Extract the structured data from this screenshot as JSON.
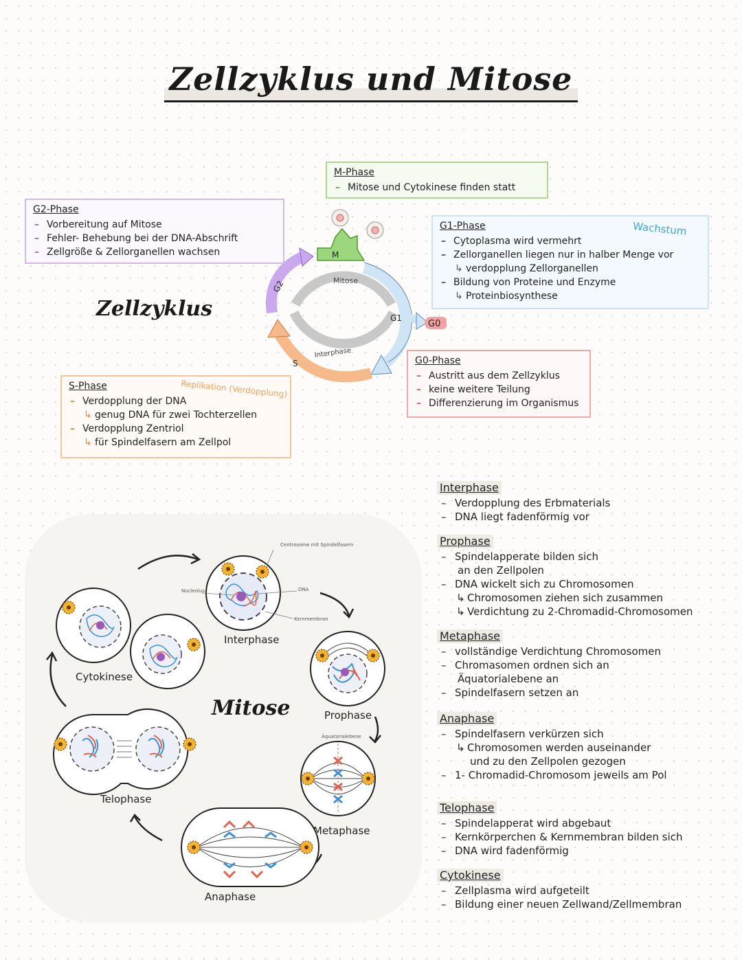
{
  "title": "Zellzyklus und Mitose",
  "cycle_heading": "Zellzyklus",
  "mitose_heading": "Mitose",
  "cycle_diagram": {
    "labels": {
      "m": "M",
      "g1": "G1",
      "g2": "G2",
      "s": "S",
      "g0": "G0",
      "mitose": "Mitose",
      "interphase": "Interphase"
    },
    "colors": {
      "m": "#9cd67d",
      "g1": "#cfe4f5",
      "g2": "#c9a8ee",
      "s": "#f5b98a",
      "g0": "#f3a2a2",
      "inner": "#c8c8c8"
    }
  },
  "phases": {
    "m_phase": {
      "title": "M-Phase",
      "items": [
        "Mitose und Cytokinese finden statt"
      ]
    },
    "g2_phase": {
      "title": "G2-Phase",
      "items": [
        "Vorbereitung auf Mitose",
        "Fehler- Behebung bei der DNA-Abschrift",
        "Zellgröße & Zellorganellen wachsen"
      ]
    },
    "g1_phase": {
      "title": "G1-Phase",
      "note": "Wachstum",
      "items": [
        "Cytoplasma wird vermehrt",
        "Zellorganellen liegen nur in halber Menge vor",
        "Bildung von Proteine und Enzyme"
      ],
      "subs": [
        "verdopplung Zellorganellen",
        "Proteinbiosynthese"
      ]
    },
    "g0_phase": {
      "title": "G0-Phase",
      "items": [
        "Austritt aus dem Zellzyklus",
        "keine weitere Teilung",
        "Differenzierung im Organismus"
      ]
    },
    "s_phase": {
      "title": "S-Phase",
      "note": "Replikation (Verdopplung)",
      "items": [
        "Verdopplung der DNA",
        "Verdopplung Zentriol"
      ],
      "subs": [
        "genug DNA für zwei Tochterzellen",
        "für Spindelfasern am Zellpol"
      ]
    }
  },
  "mitosis_diagram": {
    "stages": {
      "interphase": "Interphase",
      "prophase": "Prophase",
      "metaphase": "Metaphase",
      "anaphase": "Anaphase",
      "telophase": "Telophase",
      "cytokinese": "Cytokinese"
    },
    "annotations": {
      "centrosome": "Centrosome mit Spindelfasern",
      "nucleolus": "Nucleolus",
      "dna": "DNA",
      "kernmembran": "Kernmembran",
      "aquatorial": "Äquatorialebene"
    },
    "colors": {
      "red": "#e0634f",
      "blue": "#3d8fd6",
      "purple": "#9b5ab8",
      "centrosome": "#f2b233"
    }
  },
  "notes": {
    "interphase": {
      "title": "Interphase",
      "items": [
        "Verdopplung des Erbmaterials",
        "DNA liegt fadenförmig vor"
      ]
    },
    "prophase": {
      "title": "Prophase",
      "items": [
        "Spindelapperate bilden sich",
        "DNA wickelt sich zu Chromosomen"
      ],
      "cont": "an den Zellpolen",
      "subs": [
        "Chromosomen ziehen sich zusammen",
        "Verdichtung zu 2-Chromadid-Chromosomen"
      ]
    },
    "metaphase": {
      "title": "Metaphase",
      "items": [
        "vollständige Verdichtung Chromosomen",
        "Chromasomen ordnen sich an",
        "Spindelfasern setzen an"
      ],
      "cont": "Äquatorialebene an"
    },
    "anaphase": {
      "title": "Anaphase",
      "items": [
        "Spindelfasern verkürzen sich",
        "1- Chromadid-Chromosom jeweils am Pol"
      ],
      "sub": "Chromosomen werden auseinander",
      "cont": "und zu den Zellpolen gezogen"
    },
    "telophase": {
      "title": "Telophase",
      "items": [
        "Spindelapperat wird abgebaut",
        "Kernkörperchen & Kernmembran bilden sich",
        "DNA wird fadenförmig"
      ]
    },
    "cytokinese": {
      "title": "Cytokinese",
      "items": [
        "Zellplasma wird aufgeteilt",
        "Bildung einer neuen Zellwand/Zellmembran"
      ]
    }
  }
}
